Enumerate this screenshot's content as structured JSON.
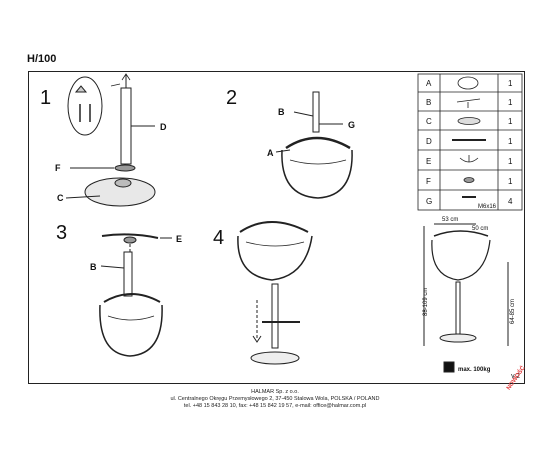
{
  "header": {
    "model": "H/100"
  },
  "steps": [
    "1",
    "2",
    "3",
    "4"
  ],
  "callouts": {
    "s1_d": "D",
    "s1_f": "F",
    "s1_c": "C",
    "s2_b": "B",
    "s2_g": "G",
    "s2_a": "A",
    "s3_e": "E",
    "s3_b": "B"
  },
  "parts_table": {
    "rows": [
      {
        "letter": "A",
        "qty": "1",
        "icon": "seat-icon"
      },
      {
        "letter": "B",
        "qty": "1",
        "icon": "lever-icon"
      },
      {
        "letter": "C",
        "qty": "1",
        "icon": "base-icon"
      },
      {
        "letter": "D",
        "qty": "1",
        "icon": "column-icon"
      },
      {
        "letter": "E",
        "qty": "1",
        "icon": "footrest-icon"
      },
      {
        "letter": "F",
        "qty": "1",
        "icon": "ring-icon"
      },
      {
        "letter": "G",
        "qty": "4",
        "icon": "bolt-icon",
        "note": "M6x16"
      }
    ]
  },
  "dimensions": {
    "width": "53 cm",
    "depth": "50 cm",
    "height": "88-109 cm",
    "seat_height": "64-85 cm",
    "max_load": "max. 100kg"
  },
  "version": "v.2",
  "footer": {
    "line1": "HALMAR Sp. z o.o.",
    "line2": "ul. Centralnego Okręgu Przemysłowego 2, 37-450 Stalowa Wola, POLSKA / POLAND",
    "line3": "tel. +48 15 843 28 10, fax: +48 15 842 19 57, e-mail: office@halmar.com.pl"
  },
  "stamp": "NOWOŚĆ"
}
